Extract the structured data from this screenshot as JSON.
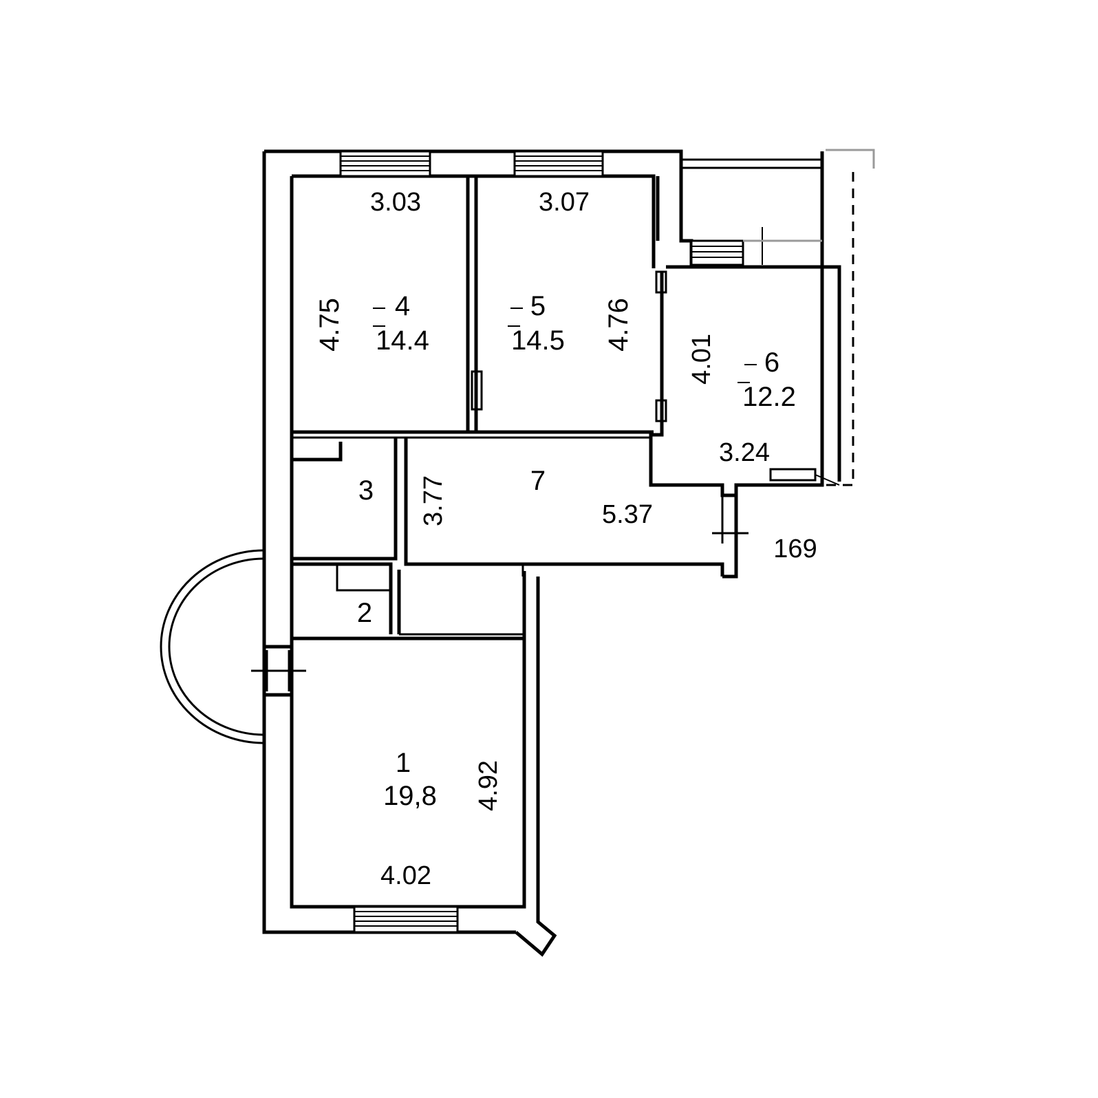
{
  "rooms": [
    {
      "number": "4",
      "area": "14.4",
      "width": "3.03",
      "depth": "4.75"
    },
    {
      "number": "5",
      "area": "14.5",
      "width": "3.07",
      "depth": "4.76"
    },
    {
      "number": "6",
      "area": "12.2",
      "width": "3.24",
      "depth": "4.01"
    },
    {
      "number": "7",
      "width": "5.37",
      "depth": "3.77"
    },
    {
      "number": "3"
    },
    {
      "number": "2"
    },
    {
      "number": "1",
      "area": "19,8",
      "width": "4.02",
      "depth": "4.92"
    }
  ],
  "extra": {
    "dimension": "169"
  }
}
